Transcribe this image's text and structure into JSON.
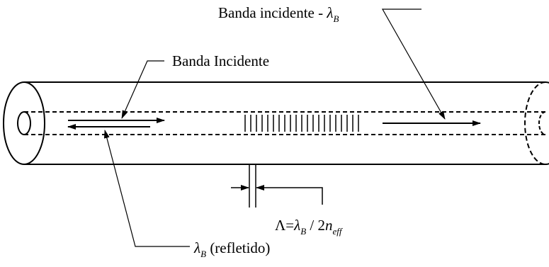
{
  "labels": {
    "banda_incidente_right_prefix": "Banda incidente - ",
    "lambda_symbol": "λ",
    "lambda_subscript": "B",
    "banda_incidente_left": "Banda Incidente",
    "reflected_suffix": " (refletido)",
    "period_symbol": "Λ=",
    "period_divider": " / 2",
    "n_symbol": "n",
    "n_subscript": "eff"
  },
  "colors": {
    "stroke": "#000000",
    "background": "#ffffff"
  }
}
